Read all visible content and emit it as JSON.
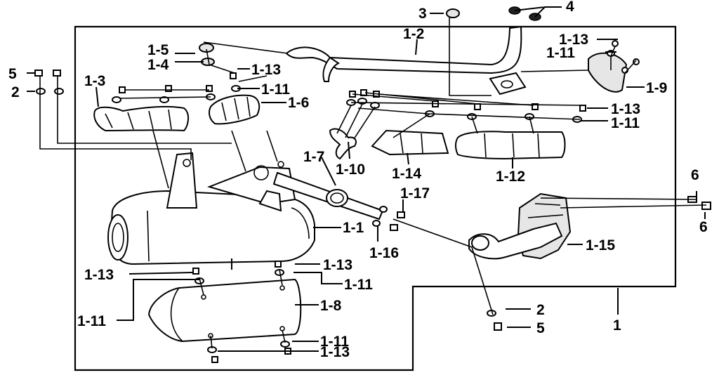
{
  "labels": {
    "p1": "1",
    "p1_1": "1-1",
    "p1_2": "1-2",
    "p1_3": "1-3",
    "p1_4": "1-4",
    "p1_5": "1-5",
    "p1_6": "1-6",
    "p1_7": "1-7",
    "p1_8": "1-8",
    "p1_9": "1-9",
    "p1_10": "1-10",
    "p1_11": "1-11",
    "p1_12": "1-12",
    "p1_13": "1-13",
    "p1_14": "1-14",
    "p1_15": "1-15",
    "p1_16": "1-16",
    "p1_17": "1-17",
    "p2": "2",
    "p3": "3",
    "p4": "4",
    "p5": "5",
    "p6": "6"
  }
}
